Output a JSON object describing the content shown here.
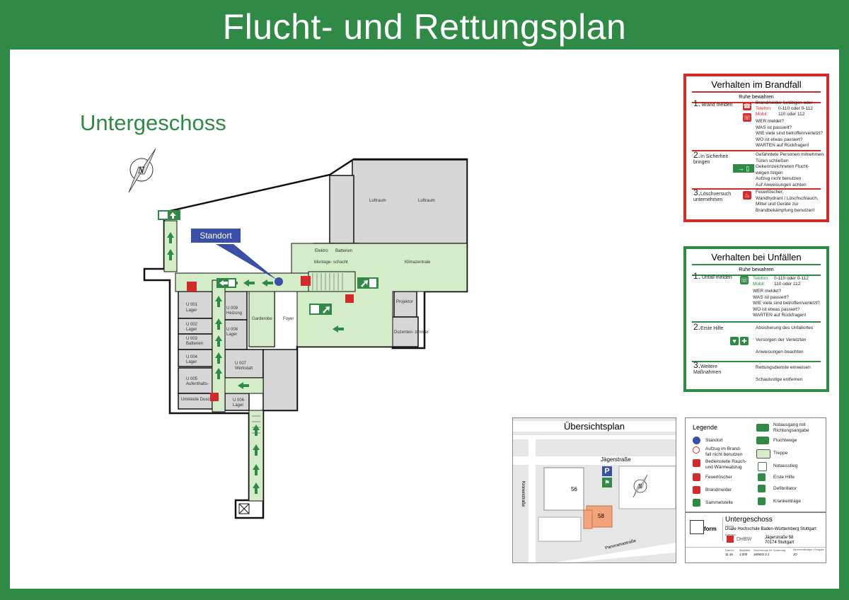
{
  "title": "Flucht- und Rettungsplan",
  "floor": "Untergeschoss",
  "standort": "Standort",
  "colors": {
    "green": "#2f8a45",
    "red": "#d42a2a",
    "route": "#d4ecc8",
    "room": "#d6d6d6",
    "blue": "#3a4fa8",
    "orange": "#f4a37a"
  },
  "rooms": {
    "luftraum1": "Luftraum",
    "luftraum2": "Luftraum",
    "elektro": "Elektro",
    "batterien_top": "Batterien",
    "montage": "Montage-\nschacht",
    "klimazentrale": "Klimazentrale",
    "projektor": "Projektor",
    "dozenten": "Dozenten-\nzimmer",
    "foyer": "Foyer",
    "garderobe": "Garderobe",
    "u001": "U 001",
    "u001s": "Lager",
    "u002": "U 002",
    "u002s": "Lager",
    "u003": "U 003",
    "u003s": "Batterien",
    "u004": "U 004",
    "u004s": "Lager",
    "u005": "U 005",
    "u005s": "Aufenthalts-",
    "umkleide": "Umkleide\nDusche",
    "u006": "U 006",
    "u006s": "Lager",
    "u007": "U 007",
    "u007s": "Werkstatt",
    "u008": "U 008",
    "u008s": "Lager",
    "u009": "U 009",
    "u009s": "Heizung"
  },
  "brand": {
    "heading": "Verhalten im Brandfall",
    "sub": "Ruhe bewahren",
    "s1_num": "1.",
    "s1_label": "Brand melden",
    "s1_text": "Brandmelder betätigen oder",
    "s1_tel_label": "Telefon:",
    "s1_tel": "0-110 oder 0-112",
    "s1_mob_label": "Mobil:",
    "s1_mob": "110 oder 112",
    "s1_w": "WER meldet?\nWAS ist passiert?\nWIE viele sind betroffen/verletzt?\nWO ist etwas passiert?\nWARTEN auf Rückfragen!",
    "s2_num": "2.",
    "s2_label": "In Sicherheit\nbringen",
    "s2_text": "Gefährdete Personen mitnehmen\nTüren schließen\nGekennzeichneten Flucht-\nwegen folgen\nAufzug nicht benutzen\nAuf Anweisungen achten",
    "s3_num": "3.",
    "s3_label": "Löschversuch\nunternehmen",
    "s3_text": "Feuerlöscher,\nWandhydrant / Löschschlauch,\nMittel und Geräte zur\nBrandbekämpfung benutzen!"
  },
  "unfall": {
    "heading": "Verhalten bei Unfällen",
    "sub": "Ruhe bewahren",
    "s1_num": "1.",
    "s1_label": "Unfall melden",
    "s1_tel_label": "Telefon:",
    "s1_tel": "0-110 oder 0-112",
    "s1_mob_label": "Mobil:",
    "s1_mob": "110 oder 112",
    "s1_w": "WER meldet?\nWAS ist passiert?\nWIE viele sind betroffen/verletzt?\nWO ist etwas passiert?\nWARTEN auf Rückfragen!",
    "s2_num": "2.",
    "s2_label": "Erste Hilfe",
    "s2_text": "Absicherung des Unfallortes\n\nVersorgen der Verletzten\n\nAnweisungen beachten",
    "s3_num": "3.",
    "s3_label": "Weitere\nMaßnahmen",
    "s3_text": "Rettungsdienste einweisen\n\nSchaulustige entfernen"
  },
  "overview": {
    "heading": "Übersichtsplan",
    "street1": "Jägerstraße",
    "street2": "Kronenstraße",
    "street3": "Panoramastraße",
    "bld1": "56",
    "bld2": "58",
    "parking": "P"
  },
  "legend": {
    "heading": "Legende",
    "left": [
      "Standort",
      "Aufzug im Brand-\nfall nicht benutzen",
      "Bedienstelle Rauch-\nund Wärmeabzug",
      "Feuerlöscher",
      "Brandmelder",
      "Sammelstelle"
    ],
    "right": [
      "Notausgang mit\nRichtungsangabe",
      "Fluchtwege",
      "Treppe",
      "Notausstieg",
      "Erste Hilfe",
      "Defibrillator",
      "Krankentrage"
    ]
  },
  "titleblock": {
    "floor": "Untergeschoss",
    "object_label": "Objekt:",
    "object": "Duale Hochschule Baden-Württemberg Stuttgart",
    "address_label": "Adresse:",
    "address1": "Jägerstraße 58",
    "address2": "70174 Stuttgart",
    "logo": "form",
    "dhbw": "DHBW",
    "date_label": "Datum",
    "date": "11.16",
    "scale_label": "Maßstab",
    "scale": "1:200",
    "drawing_label": "Zeichnungs-Nr.",
    "drawing": "160602.2.1",
    "change_label": "Änderung",
    "approved_label": "Sachverständiger / Freigabe",
    "approved": "JO"
  }
}
